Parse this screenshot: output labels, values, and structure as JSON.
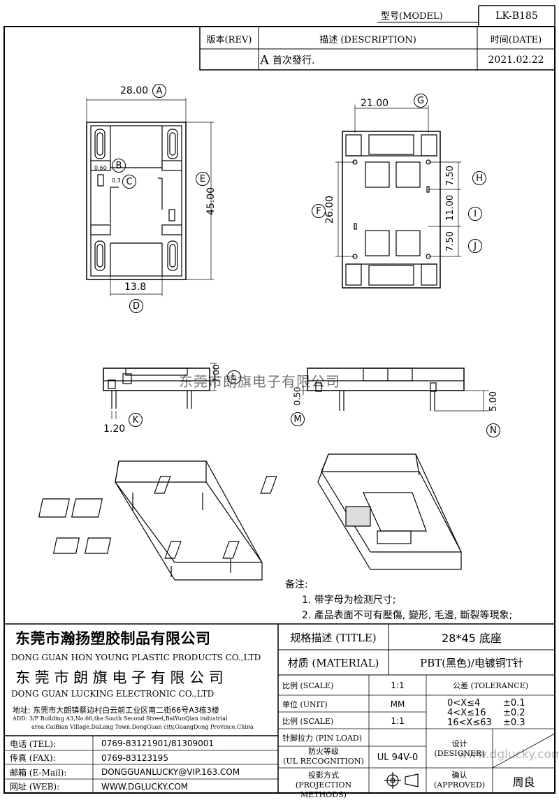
{
  "header": {
    "model_label": "型号(MODEL)",
    "model_value": "LK-B185",
    "rev_label": "版本(REV)",
    "desc_label": "描述 (DESCRIPTION)",
    "date_label": "时间(DATE)",
    "rev_value": "A",
    "desc_value": "首次發行.",
    "date_value": "2021.02.22"
  },
  "dimensions": {
    "A": {
      "value": "28.00",
      "letter": "A"
    },
    "B": {
      "value": "0.60",
      "letter": "B"
    },
    "C": {
      "value": "0.3",
      "letter": "C"
    },
    "D": {
      "value": "13.8",
      "letter": "D"
    },
    "E": {
      "value": "45.00",
      "letter": "E"
    },
    "F": {
      "value": "26.00",
      "letter": "F"
    },
    "G": {
      "value": "21.00",
      "letter": "G"
    },
    "H": {
      "value": "7.50",
      "letter": "H"
    },
    "I": {
      "value": "11.00",
      "letter": "I"
    },
    "J": {
      "value": "7.50",
      "letter": "J"
    },
    "K": {
      "value": "1.20",
      "letter": "K"
    },
    "L": {
      "value": "7.00",
      "letter": "L"
    },
    "M": {
      "value": "0.50",
      "letter": "M"
    },
    "N": {
      "value": "5.00",
      "letter": "N"
    }
  },
  "watermark": "东莞市朗旗电子有限公司",
  "notes": {
    "title": "备注:",
    "items": [
      "1. 带字母为检测尺寸;",
      "2. 產品表面不可有壓傷, 變形, 毛邊, 斷裂等現象;"
    ]
  },
  "company": {
    "name1_cn": "东莞市瀚扬塑胶制品有限公司",
    "name1_en": "DONG GUAN HON YOUNG PLASTIC PRODUCTS CO.,LTD",
    "name2_cn": "东 莞 市 朗 旗 电 子 有 限 公 司",
    "name2_en": "DONG GUAN LUCKING ELECTRONIC CO.,LTD",
    "address_cn": "地址: 东莞市大朗镇蔡边村白云前工业区南二街66号A3栋3楼",
    "address_en1": "ADD: 3/F Building A3,No.66,the South Second Street,BaiYunQian industrial",
    "address_en2": "area,CaiBian Village,DaLang Town,DongGuan city,GuangDong Province,China",
    "tel_label": "电话 (TEL):",
    "tel_value": "0769-83121901/81309001",
    "fax_label": "传真 (FAX):",
    "fax_value": "0769-83123195",
    "email_label": "邮箱 (E-Mail):",
    "email_value": "DONGGUANLUCKY@VIP.163.COM",
    "web_label": "网址 (WEB):",
    "web_value": "WWW.DGLUCKY.COM"
  },
  "spec": {
    "title_label": "规格描述 (TITLE)",
    "title_value": "28*45 底座",
    "material_label": "材质 (MATERIAL)",
    "material_value": "PBT(黑色)/电镀铜T针",
    "scale_label": "比例 (SCALE)",
    "scale_value": "1:1",
    "tolerance_label": "公差 (TOLERANCE)",
    "unit_label": "单位 (UNIT)",
    "unit_value": "MM",
    "scale2_label": "比例 (SCALE)",
    "scale2_value": "1:1",
    "tolerance_rows": [
      {
        "range": "0<X≤4",
        "value": "±0.1"
      },
      {
        "range": "4<X≤16",
        "value": "±0.2"
      },
      {
        "range": "16<X≤63",
        "value": "±0.3"
      }
    ],
    "pinload_label": "针脚拉力 (PIN LOAD)",
    "fire_label_cn": "防火等级",
    "fire_label_en": "(UL RECOGNITION)",
    "fire_value": "UL 94V-0",
    "designer_label_cn": "设计",
    "designer_label_en": "(DESIGNER)",
    "projection_label_cn": "投影方式",
    "projection_label_en": "(PROJECTION METHODS)",
    "approved_label_cn": "确认",
    "approved_label_en": "(APPROVED)",
    "approved_value": "周良",
    "site_watermark": "www.dglucky.com"
  }
}
